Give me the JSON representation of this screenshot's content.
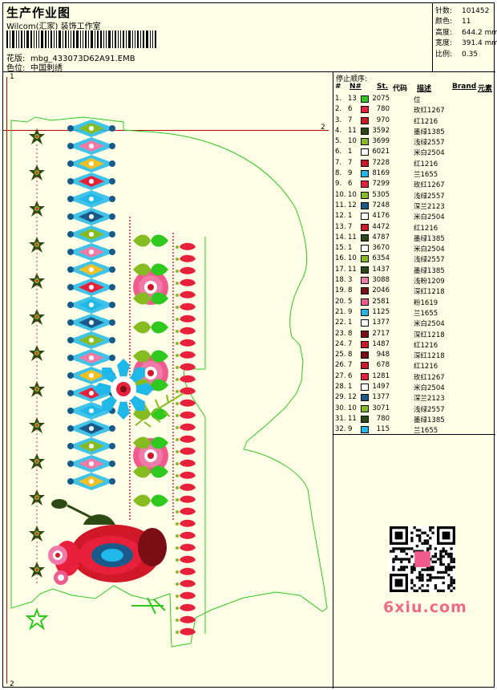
{
  "header": {
    "title": "生产作业图",
    "studio": "Wilcom(汇家) 装饰工作室",
    "pattern_label": "花版:",
    "pattern_value": "mbg_433073D62A91.EMB",
    "colorway_label": "色位:",
    "colorway_value": "中国刺绣"
  },
  "stats": [
    {
      "label": "针数:",
      "value": "101452"
    },
    {
      "label": "颜色:",
      "value": "11"
    },
    {
      "label": "高度:",
      "value": "644.2 mm"
    },
    {
      "label": "宽度:",
      "value": "391.4 mm"
    },
    {
      "label": "比例:",
      "value": "0.35"
    }
  ],
  "rulers": {
    "v_top": "1",
    "v_bottom": "2",
    "h_right": "2"
  },
  "sequence": {
    "title": "停止顺序:",
    "headers": {
      "idx": "#",
      "needle": "N#",
      "st": "St.",
      "code": "代码",
      "desc": "描述",
      "brand": "Brand",
      "element": "元素"
    },
    "rows": [
      {
        "n": "1.",
        "needle": "13",
        "color": "#2ec81e",
        "st": "2075",
        "desc": "位"
      },
      {
        "n": "2.",
        "needle": "6",
        "color": "#e8203c",
        "st": "780",
        "desc": "玫红1267"
      },
      {
        "n": "3.",
        "needle": "7",
        "color": "#d01828",
        "st": "970",
        "desc": "红1216"
      },
      {
        "n": "4.",
        "needle": "11",
        "color": "#2e4a14",
        "st": "3592",
        "desc": "墨绿1385"
      },
      {
        "n": "5.",
        "needle": "10",
        "color": "#86bc22",
        "st": "3699",
        "desc": "浅绿2557"
      },
      {
        "n": "6.",
        "needle": "1",
        "color": "#ffffff",
        "st": "6021",
        "desc": "米白2504"
      },
      {
        "n": "7.",
        "needle": "7",
        "color": "#d01828",
        "st": "7228",
        "desc": "红1216"
      },
      {
        "n": "8.",
        "needle": "9",
        "color": "#20b8e8",
        "st": "8169",
        "desc": "兰1655"
      },
      {
        "n": "9.",
        "needle": "6",
        "color": "#e8203c",
        "st": "7299",
        "desc": "玫红1267"
      },
      {
        "n": "10.",
        "needle": "10",
        "color": "#86bc22",
        "st": "5305",
        "desc": "浅绿2557"
      },
      {
        "n": "11.",
        "needle": "12",
        "color": "#1a5a8a",
        "st": "7248",
        "desc": "深兰2123"
      },
      {
        "n": "12.",
        "needle": "1",
        "color": "#ffffff",
        "st": "4176",
        "desc": "米白2504"
      },
      {
        "n": "13.",
        "needle": "7",
        "color": "#d01828",
        "st": "4472",
        "desc": "红1216"
      },
      {
        "n": "14.",
        "needle": "11",
        "color": "#2e4a14",
        "st": "4787",
        "desc": "墨绿1385"
      },
      {
        "n": "15.",
        "needle": "1",
        "color": "#ffffff",
        "st": "3670",
        "desc": "米白2504"
      },
      {
        "n": "16.",
        "needle": "10",
        "color": "#86bc22",
        "st": "6354",
        "desc": "浅绿2557"
      },
      {
        "n": "17.",
        "needle": "11",
        "color": "#2e4a14",
        "st": "1437",
        "desc": "墨绿1385"
      },
      {
        "n": "18.",
        "needle": "3",
        "color": "#f07aa8",
        "st": "3088",
        "desc": "浅粉1209"
      },
      {
        "n": "19.",
        "needle": "8",
        "color": "#7a0e14",
        "st": "2046",
        "desc": "深红1218"
      },
      {
        "n": "20.",
        "needle": "5",
        "color": "#f05a8c",
        "st": "2581",
        "desc": "粉1619"
      },
      {
        "n": "21.",
        "needle": "9",
        "color": "#20b8e8",
        "st": "1125",
        "desc": "兰1655"
      },
      {
        "n": "22.",
        "needle": "1",
        "color": "#ffffff",
        "st": "1377",
        "desc": "米白2504"
      },
      {
        "n": "23.",
        "needle": "8",
        "color": "#7a0e14",
        "st": "2717",
        "desc": "深红1218"
      },
      {
        "n": "24.",
        "needle": "7",
        "color": "#d01828",
        "st": "1487",
        "desc": "红1216"
      },
      {
        "n": "25.",
        "needle": "8",
        "color": "#7a0e14",
        "st": "948",
        "desc": "深红1218"
      },
      {
        "n": "26.",
        "needle": "7",
        "color": "#d01828",
        "st": "678",
        "desc": "红1216"
      },
      {
        "n": "27.",
        "needle": "6",
        "color": "#e8203c",
        "st": "1281",
        "desc": "玫红1267"
      },
      {
        "n": "28.",
        "needle": "1",
        "color": "#ffffff",
        "st": "1497",
        "desc": "米白2504"
      },
      {
        "n": "29.",
        "needle": "12",
        "color": "#1a5a8a",
        "st": "1377",
        "desc": "深兰2123"
      },
      {
        "n": "30.",
        "needle": "10",
        "color": "#86bc22",
        "st": "3071",
        "desc": "浅绿2557"
      },
      {
        "n": "31.",
        "needle": "11",
        "color": "#2e4a14",
        "st": "780",
        "desc": "墨绿1385"
      },
      {
        "n": "32.",
        "needle": "9",
        "color": "#20b8e8",
        "st": "115",
        "desc": "兰1655"
      }
    ]
  },
  "watermark": "6xiu.com"
}
